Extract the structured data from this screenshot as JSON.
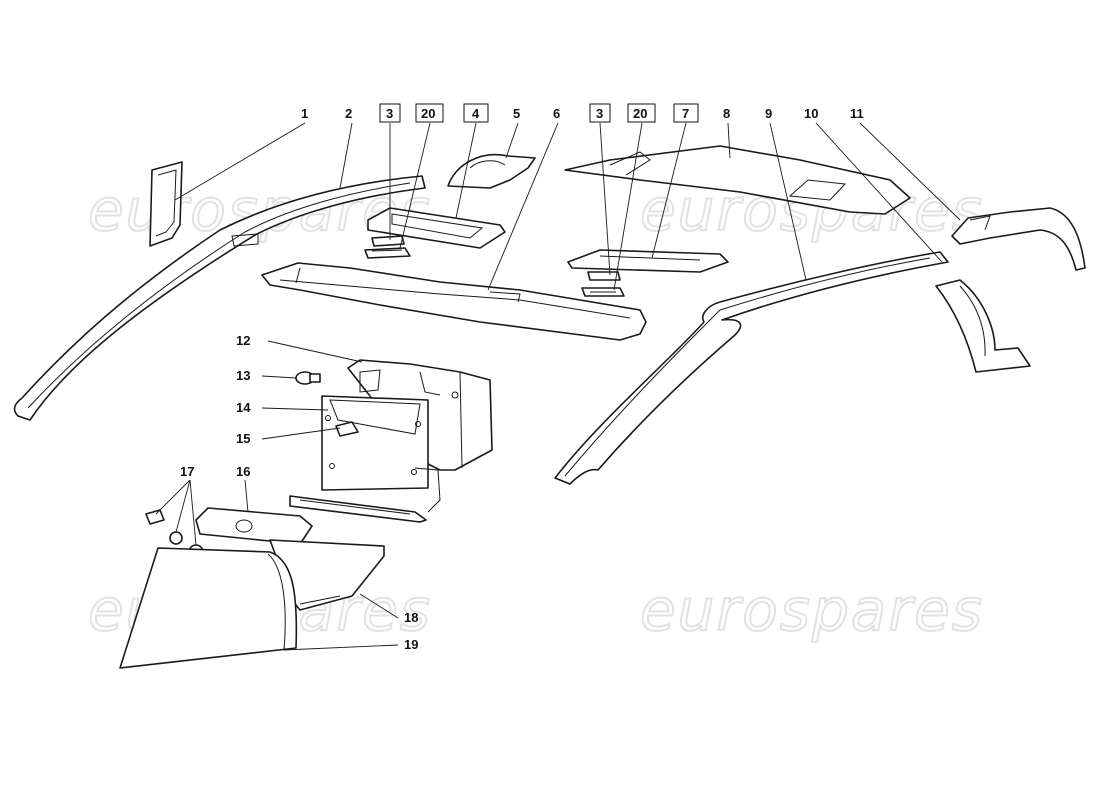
{
  "watermark": {
    "text": "eurospares"
  },
  "callouts": {
    "c1": "1",
    "c2": "2",
    "c3a": "3",
    "c20a": "20",
    "c4": "4",
    "c5": "5",
    "c6": "6",
    "c3b": "3",
    "c20b": "20",
    "c7": "7",
    "c8": "8",
    "c9": "9",
    "c10": "10",
    "c11": "11",
    "c12": "12",
    "c13": "13",
    "c14": "14",
    "c15": "15",
    "c16": "16",
    "c17": "17",
    "c18": "18",
    "c19": "19"
  },
  "colors": {
    "line": "#1a1a1a",
    "background": "#ffffff",
    "watermark": "#e2e2e2"
  }
}
